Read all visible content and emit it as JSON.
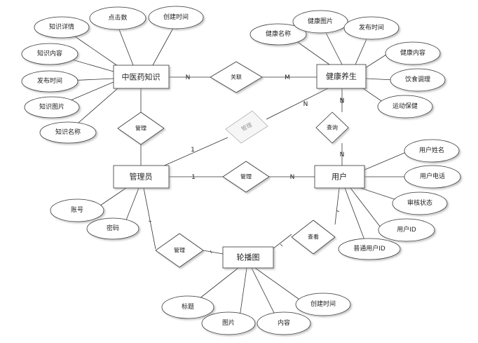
{
  "entities": {
    "tcm_knowledge": "中医药知识",
    "health_care": "健康养生",
    "admin": "管理员",
    "user": "用户",
    "carousel": "轮播图"
  },
  "attributes": {
    "tcm_detail": "知识详情",
    "tcm_clicks": "点击数",
    "tcm_created": "创建时间",
    "tcm_content": "知识内容",
    "tcm_publish": "发布时间",
    "tcm_image": "知识图片",
    "tcm_name": "知识名称",
    "hc_name": "健康名称",
    "hc_image": "健康图片",
    "hc_publish": "发布时间",
    "hc_content": "健康内容",
    "hc_diet": "饮食调理",
    "hc_exercise": "运动保健",
    "user_name": "用户姓名",
    "user_phone": "用户电话",
    "user_status": "审核状态",
    "user_id": "用户ID",
    "user_normal_id": "普通用户ID",
    "admin_account": "账号",
    "admin_password": "密码",
    "car_title": "标题",
    "car_image": "图片",
    "car_content": "内容",
    "car_created": "创建时间"
  },
  "relationships": {
    "tcm_hc": "关联",
    "admin_tcm": "管理",
    "admin_hc": "管理",
    "user_hc": "查询",
    "admin_user": "管理",
    "admin_carousel": "管理",
    "user_carousel": "查看"
  },
  "cardinalities": {
    "tcm_hc_left": "N",
    "tcm_hc_right": "M",
    "hc_top": "N",
    "hc_bottom": "N",
    "user_top": "N",
    "admin_hc_admin": "1",
    "admin_user_admin": "1",
    "admin_user_user": "N"
  }
}
